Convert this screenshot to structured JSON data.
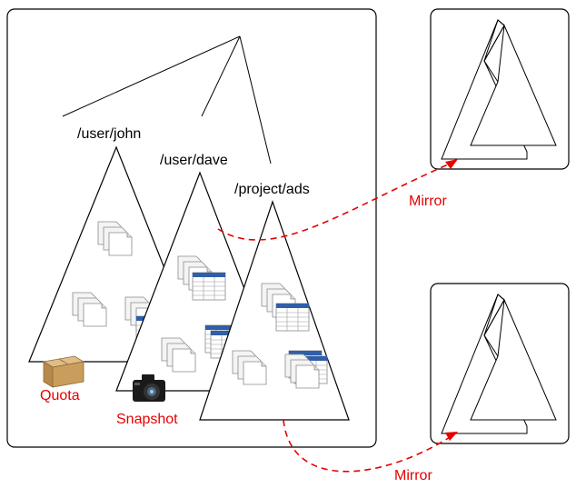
{
  "labels": {
    "tree_john": "/user/john",
    "tree_dave": "/user/dave",
    "tree_ads": "/project/ads",
    "quota": "Quota",
    "snapshot": "Snapshot",
    "mirror_top": "Mirror",
    "mirror_bottom": "Mirror"
  },
  "colors": {
    "accent_red": "#e60000",
    "line": "#000000",
    "table_header": "#2f5fa8",
    "box_brown": "#c29a5a"
  },
  "icons": {
    "quota": "cardboard-box-icon",
    "snapshot": "camera-icon",
    "files": "document-stack-icon",
    "tables": "spreadsheet-icon"
  }
}
